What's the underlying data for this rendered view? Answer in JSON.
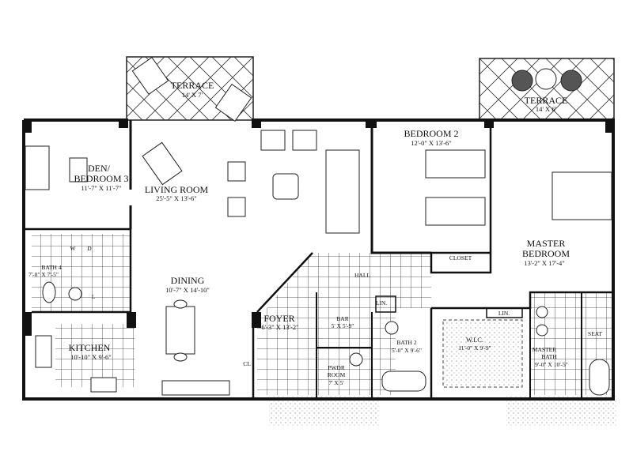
{
  "rooms": {
    "terrace_left": {
      "name": "TERRACE",
      "dims": "14' X 7'"
    },
    "terrace_right": {
      "name": "TERRACE",
      "dims": "14' X 6'"
    },
    "den": {
      "name1": "DEN/",
      "name2": "BEDROOM 3",
      "dims": "11'-7\" X 11'-7\""
    },
    "living": {
      "name": "LIVING ROOM",
      "dims": "25'-5\" X 13'-6\""
    },
    "bedroom2": {
      "name": "BEDROOM 2",
      "dims": "12'-0\" X 13'-6\""
    },
    "master": {
      "name1": "MASTER",
      "name2": "BEDROOM",
      "dims": "13'-2\" X 17'-4\""
    },
    "closet": {
      "name": "CLOSET"
    },
    "hall": {
      "name": "HALL"
    },
    "bath4": {
      "name": "BATH 4",
      "dims": "7'-0\" X 7'-5\""
    },
    "laundry": {
      "w": "W",
      "d": "D",
      "l": "L"
    },
    "dining": {
      "name": "DINING",
      "dims": "10'-7\" X 14'-10\""
    },
    "kitchen": {
      "name": "KITCHEN",
      "dims": "10'-10\" X 9'-6\""
    },
    "foyer": {
      "name": "FOYER",
      "dims": "6'-3\" X 13'-2\""
    },
    "cl": {
      "name": "CL"
    },
    "bar": {
      "name": "BAR",
      "dims": "5' X 5'-9\""
    },
    "lin1": {
      "name": "LIN."
    },
    "lin2": {
      "name": "LIN."
    },
    "bath2": {
      "name": "BATH 2",
      "dims": "5'-0\" X 9'-6\""
    },
    "wic": {
      "name": "W.I.C.",
      "dims": "11'-0\" X 9'-9\""
    },
    "pwdr": {
      "name1": "PWDR",
      "name2": "ROOM",
      "dims": "7' X 5'"
    },
    "master_bath": {
      "name1": "MASTER",
      "name2": "BATH",
      "dims": "9'-0\" X 10'-5\""
    },
    "seat": {
      "name": "SEAT"
    }
  }
}
